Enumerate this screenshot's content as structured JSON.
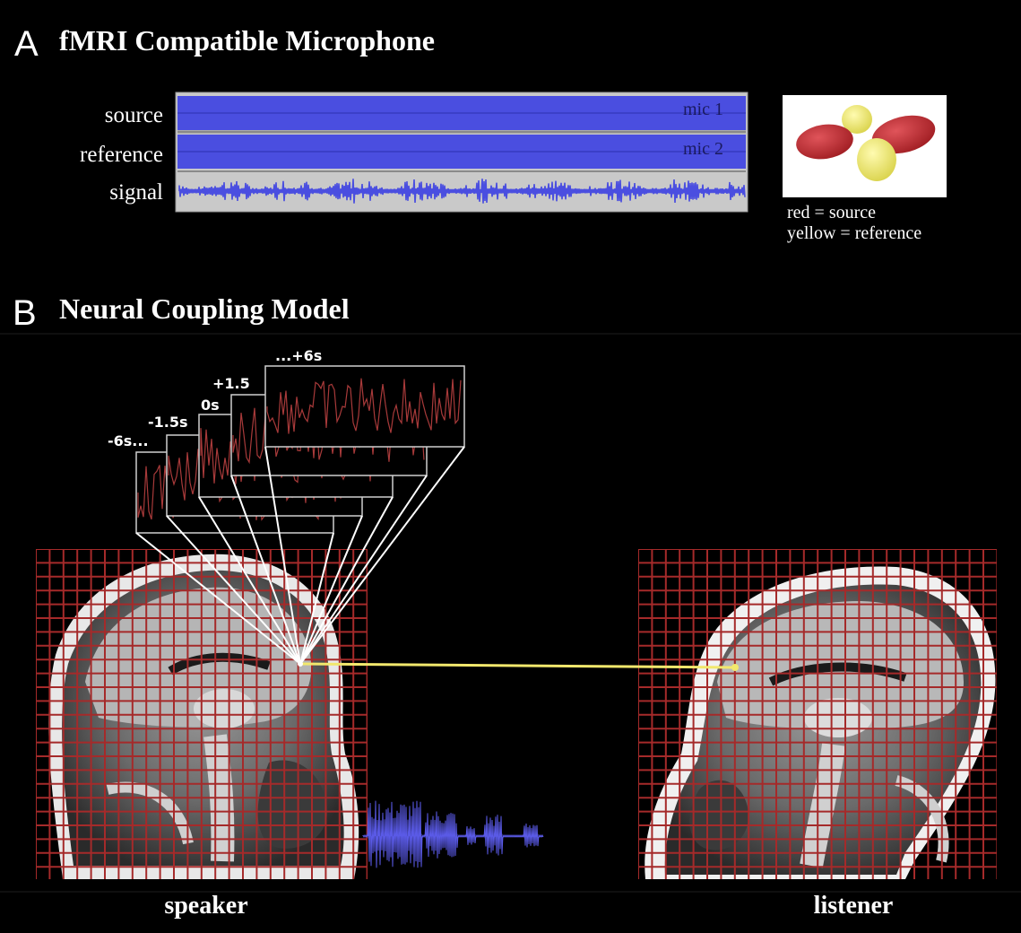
{
  "panel_a": {
    "letter": "A",
    "title": "fMRI Compatible Microphone",
    "tracks": [
      {
        "label": "source",
        "mic": "mic 1"
      },
      {
        "label": "reference",
        "mic": "mic 2"
      },
      {
        "label": "signal",
        "mic": ""
      }
    ],
    "legend": {
      "line1": "red = source",
      "line2": "yellow = reference"
    },
    "colors": {
      "waveform": "#4a4ee0",
      "track_bg": "#c9c9c9",
      "lobe_red": "#c0272d",
      "lobe_yellow": "#f3ee6a"
    }
  },
  "panel_b": {
    "letter": "B",
    "title": "Neural Coupling Model",
    "lag_labels": [
      "-6s...",
      "-1.5s",
      "0s",
      "+1.5",
      "...+6s"
    ],
    "speaker_label": "speaker",
    "listener_label": "listener",
    "colors": {
      "grid": "#a52a2a",
      "coupling_line": "#f2e86d",
      "timeseries": "#a83a3a",
      "speech_wave": "#5a5ae6"
    }
  }
}
